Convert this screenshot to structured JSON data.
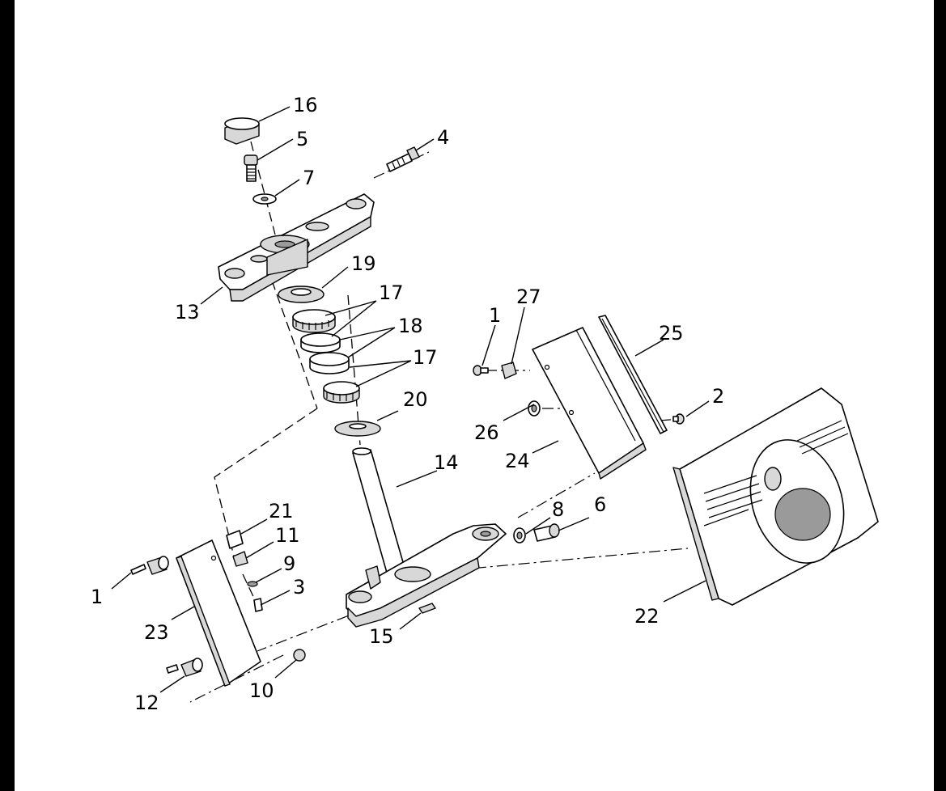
{
  "diagram": {
    "type": "exploded parts diagram",
    "background": "#000000",
    "sheet_color": "#ffffff",
    "callouts": [
      {
        "id": "c16",
        "text": "16"
      },
      {
        "id": "c5",
        "text": "5"
      },
      {
        "id": "c4",
        "text": "4"
      },
      {
        "id": "c7",
        "text": "7"
      },
      {
        "id": "c19",
        "text": "19"
      },
      {
        "id": "c13",
        "text": "13"
      },
      {
        "id": "c17a",
        "text": "17"
      },
      {
        "id": "c18",
        "text": "18"
      },
      {
        "id": "c17b",
        "text": "17"
      },
      {
        "id": "c27",
        "text": "27"
      },
      {
        "id": "c1a",
        "text": "1"
      },
      {
        "id": "c25",
        "text": "25"
      },
      {
        "id": "c2",
        "text": "2"
      },
      {
        "id": "c20",
        "text": "20"
      },
      {
        "id": "c26",
        "text": "26"
      },
      {
        "id": "c24",
        "text": "24"
      },
      {
        "id": "c14",
        "text": "14"
      },
      {
        "id": "c21",
        "text": "21"
      },
      {
        "id": "c8",
        "text": "8"
      },
      {
        "id": "c6",
        "text": "6"
      },
      {
        "id": "c11",
        "text": "11"
      },
      {
        "id": "c9",
        "text": "9"
      },
      {
        "id": "c3",
        "text": "3"
      },
      {
        "id": "c1b",
        "text": "1"
      },
      {
        "id": "c23",
        "text": "23"
      },
      {
        "id": "c15",
        "text": "15"
      },
      {
        "id": "c22",
        "text": "22"
      },
      {
        "id": "c10",
        "text": "10"
      },
      {
        "id": "c12",
        "text": "12"
      }
    ]
  }
}
